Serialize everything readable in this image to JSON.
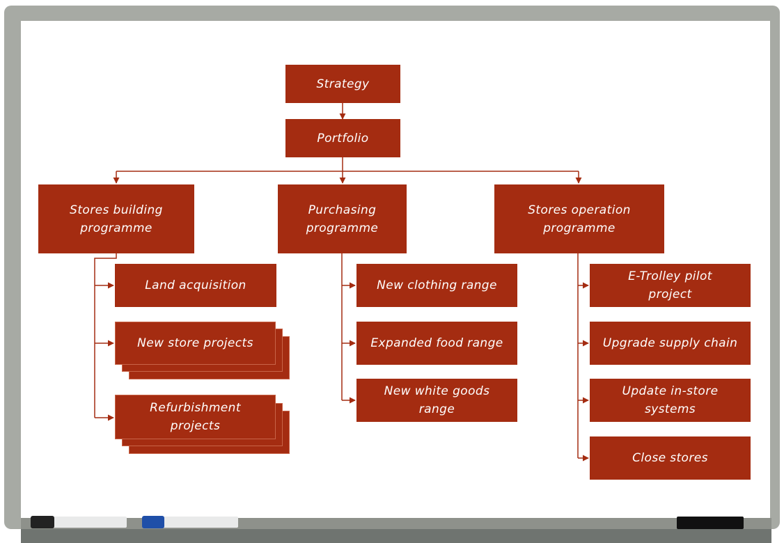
{
  "diagram": {
    "strategy": "Strategy",
    "portfolio": "Portfolio",
    "programmes": [
      {
        "label": "Stores building programme",
        "projects": [
          "Land acquisition",
          "New store projects",
          "Refurbishment projects"
        ]
      },
      {
        "label": "Purchasing programme",
        "projects": [
          "New clothing range",
          "Expanded food range",
          "New white goods range"
        ]
      },
      {
        "label": "Stores operation programme",
        "projects": [
          "E-Trolley pilot project",
          "Upgrade supply chain",
          "Update in-store systems",
          "Close stores"
        ]
      }
    ]
  },
  "colors": {
    "box_fill": "#a42c11",
    "connector": "#a42c11",
    "board_frame": "#a7aaa4"
  }
}
